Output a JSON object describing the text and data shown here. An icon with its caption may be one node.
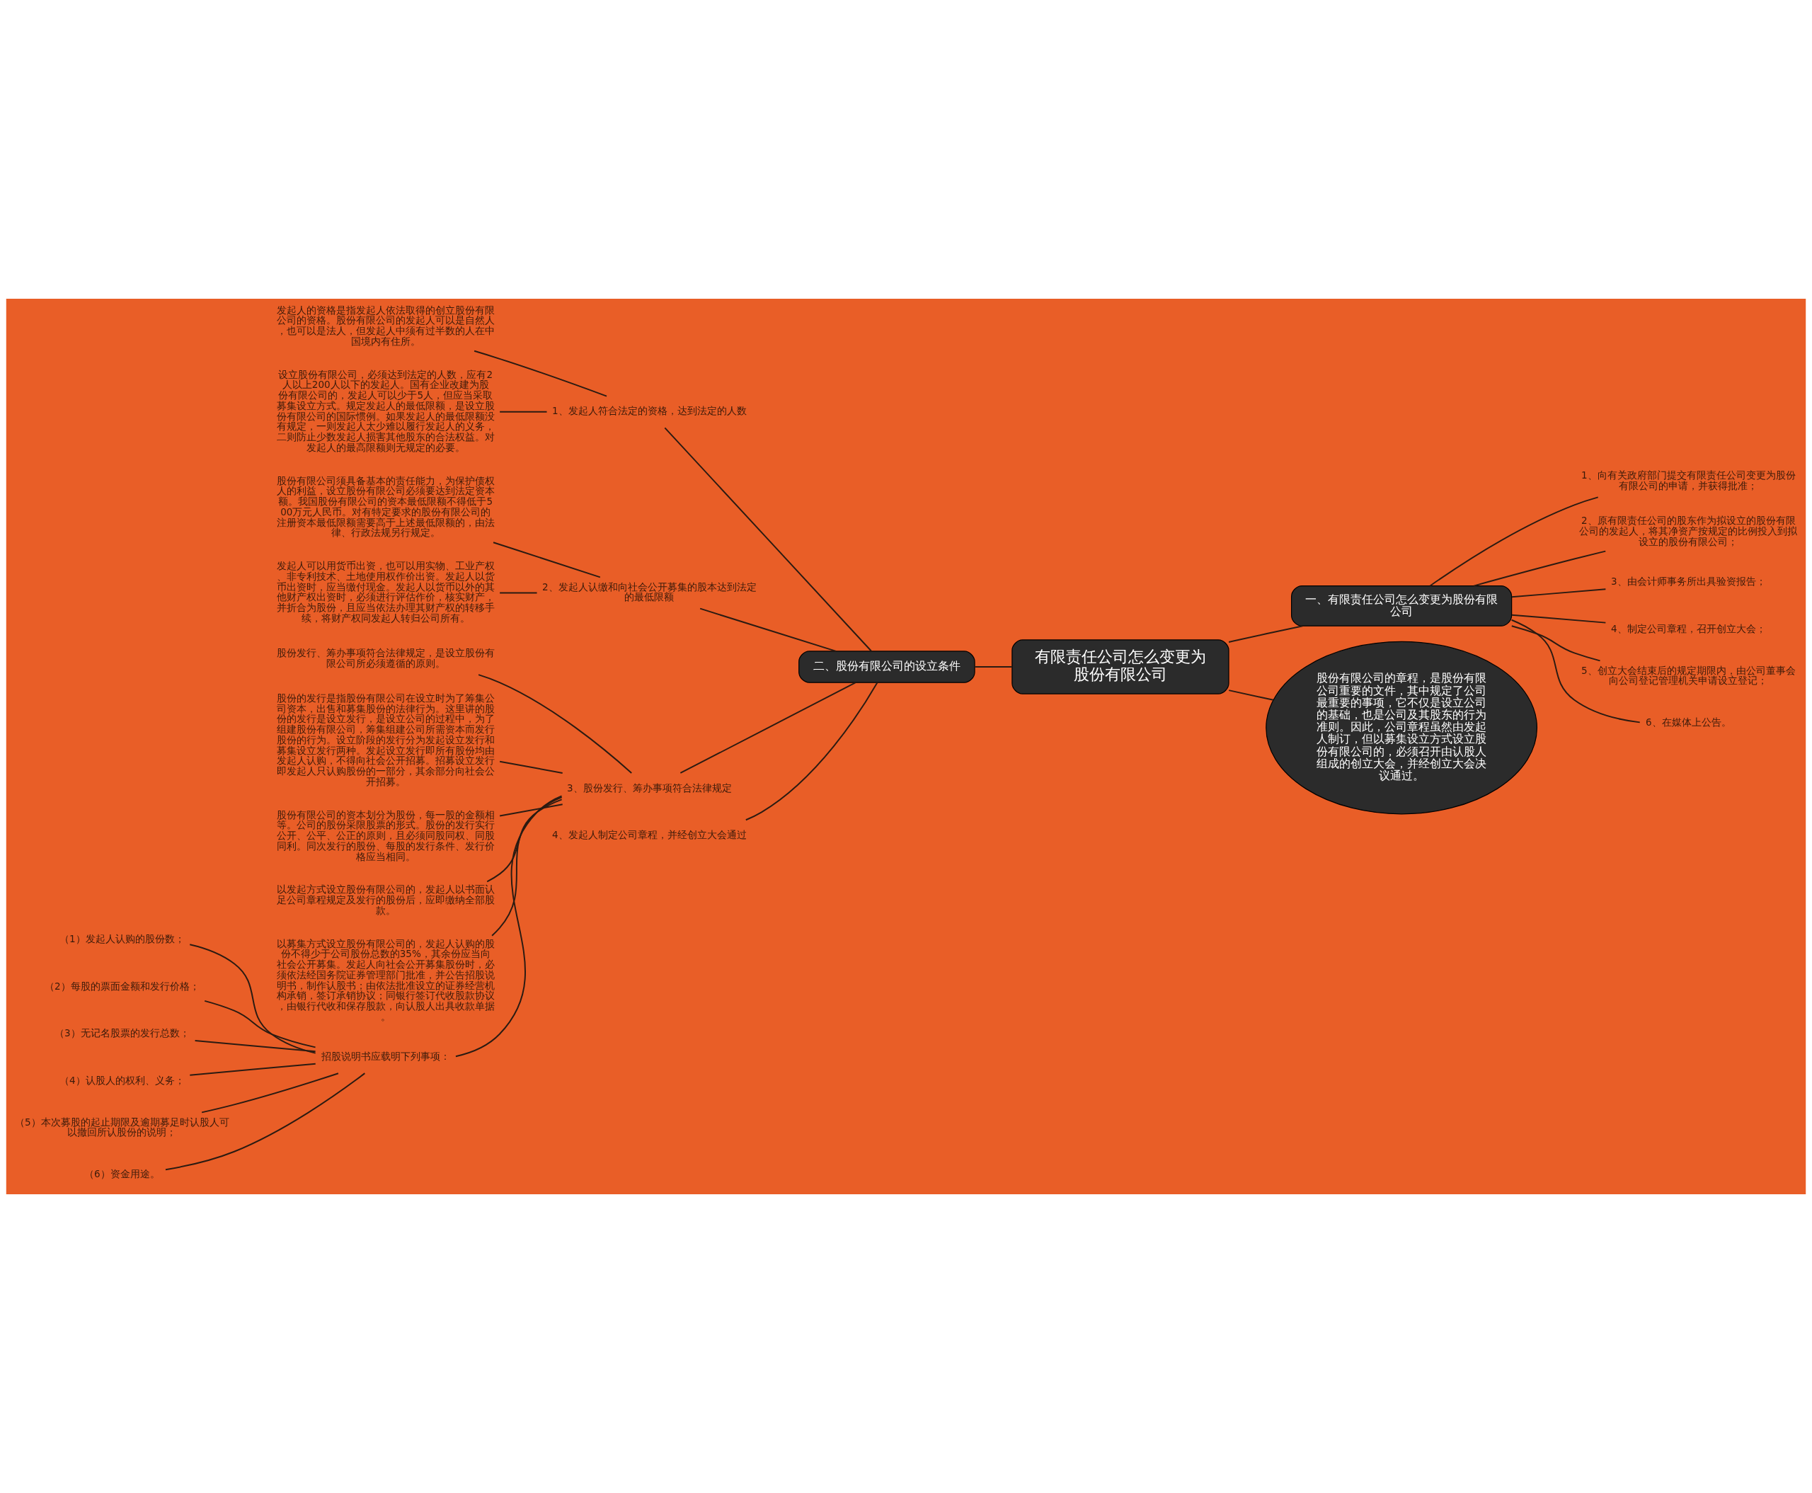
{
  "diagram": {
    "nodes": [
      {
        "text": [
          "有限责任公司怎么变更为股份有限公司"
        ]
      },
      {
        "text": [
          "一、有限责任公司怎么变更为股份有限公司"
        ]
      },
      {
        "text": [
          "1、向有关政府部门提交有限责任公司变更为股份有限公司的申请，并获得批准；"
        ]
      },
      {
        "text": [
          "2、原有限责任公司的股东作为拟设立的股份有限公司的发起人，将其净资产按规定的比例投入到拟设立的股份有限公司；"
        ]
      },
      {
        "text": [
          "3、由会计师事务所出具验资报告；"
        ]
      },
      {
        "text": [
          "4、制定公司章程，召开创立大会；"
        ]
      },
      {
        "text": [
          "5、创立大会结束后的规定期限内，由公司董事会向公司登记管理机关申请设立登记；"
        ]
      },
      {
        "text": [
          "6、在媒体上公告。"
        ]
      },
      {
        "text": [
          "股份有限公司的章程，是股份有限公司重要的文件，其中规定了公司最重要的事项，它不仅是设立公司的基础，也是公司及其股东的行为准则。因此，公司章程虽然由发起人制订，但以募集设立方式设立股份有限公司的，必须召开由认股人组成的创立大会，并经创立大会决议通过。"
        ]
      },
      {
        "text": [
          "二、股份有限公司的设立条件"
        ]
      },
      {
        "text": [
          "1、发起人符合法定的资格，达到法定的人数"
        ]
      },
      {
        "text": [
          "发起人的资格是指发起人依法取得的创立股份有限公司的资格。股份有限公司的发起人可以是自然人，也可以是法人，但发起人中须有过半数的人在中国境内有住所。"
        ]
      },
      {
        "text": [
          "设立股份有限公司，必须达到法定的人数，应有2人以上200人以下的发起人。国有企业改建为股份有限公司的，发起人可以少于5人，但应当采取募集设立方式。规定发起人的最低限额，是设立股份有限公司的国际惯例。如果发起人的最低限额没有规定，一则发起人太少难以履行发起人的义务，二则防止少数发起人损害其他股东的合法权益。对发起人的最高限额则无规定的必要。"
        ]
      },
      {
        "text": [
          "2、发起人认缴和向社会公开募集的股本达到法定的最低限额"
        ]
      },
      {
        "text": [
          "股份有限公司须具备基本的责任能力，为保护债权人的利益，设立股份有限公司必须要达到法定资本额。我国股份有限公司的资本最低限额不得低于500万元人民币。对有特定要求的股份有限公司的注册资本最低限额需要高于上述最低限额的，由法律、行政法规另行规定。"
        ]
      },
      {
        "text": [
          "发起人可以用货币出资，也可以用实物、工业产权、非专利技术、土地使用权作价出资。发起人以货币出资时，应当缴付现金。发起人以货币以外的其他财产权出资时，必须进行评估作价，核实财产，并折合为股份，且应当依法办理其财产权的转移手续，将财产权同发起人转归公司所有。"
        ]
      },
      {
        "text": [
          "3、股份发行、筹办事项符合法律规定"
        ]
      },
      {
        "text": [
          "股份发行、筹办事项符合法律规定，是设立股份有限公司所必须遵循的原则。"
        ]
      },
      {
        "text": [
          "股份的发行是指股份有限公司在设立时为了筹集公司资本，出售和募集股份的法律行为。这里讲的股份的发行是设立发行，是设立公司的过程中，为了组建股份有限公司，筹集组建公司所需资本而发行股份的行为。设立阶段的发行分为发起设立发行和募集设立发行两种。发起设立发行即所有股份均由发起人认购，不得向社会公开招募。招募设立发行即发起人只认购股份的一部分，其余部分向社会公开招募。"
        ]
      },
      {
        "text": [
          "股份有限公司的资本划分为股份，每一股的金额相等。公司的股份采限股票的形式。股份的发行实行公开、公平、公正的原则，且必须同股同权、同股同利。同次发行的股份、每股的发行条件、发行价格应当相同。"
        ]
      },
      {
        "text": [
          "以发起方式设立股份有限公司的，发起人以书面认足公司章程规定及发行的股份后，应即缴纳全部股款。"
        ]
      },
      {
        "text": [
          "以募集方式设立股份有限公司的，发起人认购的股份不得少于公司股份总数的35%，其余份应当向社会公开募集。发起人向社会公开募集股份时，必须依法经国务院证券管理部门批准，并公告招股说明书，制作认股书；由依法批准设立的证券经营机构承销，签订承销协议；同银行签订代收股款协议，由银行代收和保存股款，向认股人出具收款单据。"
        ]
      },
      {
        "text": [
          "招股说明书应载明下列事项："
        ]
      },
      {
        "text": [
          "（1）发起人认购的股份数；"
        ]
      },
      {
        "text": [
          "（2）每股的票面金额和发行价格；"
        ]
      },
      {
        "text": [
          "（3）无记名股票的发行总数；"
        ]
      },
      {
        "text": [
          "（4）认股人的权利、义务；"
        ]
      },
      {
        "text": [
          "（5）本次募股的起止期限及逾期募足时认股人可以撤回所认股份的说明；"
        ]
      },
      {
        "text": [
          "（6）资金用途。"
        ]
      },
      {
        "text": [
          "4、发起人制定公司章程，并经创立大会通过"
        ]
      }
    ],
    "edges": [
      {
        "from": 0,
        "to": 1,
        "arrow": "none"
      },
      {
        "from": 1,
        "to": 2,
        "arrow": "none"
      },
      {
        "from": 1,
        "to": 3,
        "arrow": "none"
      },
      {
        "from": 1,
        "to": 4,
        "arrow": "none"
      },
      {
        "from": 1,
        "to": 5,
        "arrow": "none"
      },
      {
        "from": 1,
        "to": 6,
        "arrow": "none"
      },
      {
        "from": 1,
        "to": 7,
        "arrow": "none"
      },
      {
        "from": 0,
        "to": 8,
        "arrow": "none"
      },
      {
        "from": 0,
        "to": 9,
        "arrow": "none"
      },
      {
        "from": 9,
        "to": 10,
        "arrow": "none"
      },
      {
        "from": 10,
        "to": 11,
        "arrow": "none"
      },
      {
        "from": 10,
        "to": 12,
        "arrow": "none"
      },
      {
        "from": 9,
        "to": 13,
        "arrow": "none"
      },
      {
        "from": 13,
        "to": 14,
        "arrow": "none"
      },
      {
        "from": 13,
        "to": 15,
        "arrow": "none"
      },
      {
        "from": 9,
        "to": 16,
        "arrow": "none"
      },
      {
        "from": 16,
        "to": 17,
        "arrow": "none"
      },
      {
        "from": 16,
        "to": 18,
        "arrow": "none"
      },
      {
        "from": 16,
        "to": 19,
        "arrow": "none"
      },
      {
        "from": 16,
        "to": 20,
        "arrow": "none"
      },
      {
        "from": 16,
        "to": 21,
        "arrow": "none"
      },
      {
        "from": 16,
        "to": 22,
        "arrow": "none"
      },
      {
        "from": 22,
        "to": 23,
        "arrow": "none"
      },
      {
        "from": 22,
        "to": 24,
        "arrow": "none"
      },
      {
        "from": 22,
        "to": 25,
        "arrow": "none"
      },
      {
        "from": 22,
        "to": 26,
        "arrow": "none"
      },
      {
        "from": 22,
        "to": 27,
        "arrow": "none"
      },
      {
        "from": 22,
        "to": 28,
        "arrow": "none"
      },
      {
        "from": 9,
        "to": 29,
        "arrow": "none"
      }
    ]
  }
}
